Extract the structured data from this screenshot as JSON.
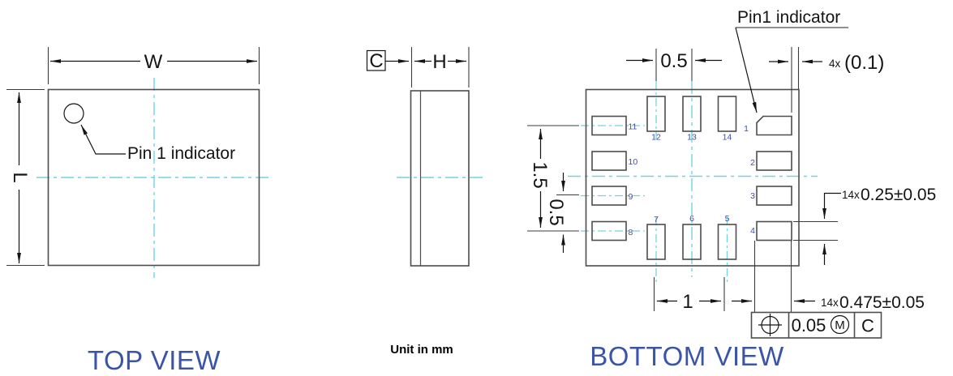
{
  "drawing": {
    "unit_note": "Unit in mm",
    "colors": {
      "line_gray": "#4d4d4d",
      "dimension_black": "#141414",
      "centerline_cyan": "#72d2e4",
      "title_blue": "#3a55a8",
      "pin_number_blue": "#3f51a3"
    }
  },
  "top_view": {
    "title": "TOP VIEW",
    "dim_w": "W",
    "dim_l": "L",
    "pin1_label": "Pin 1 indicator"
  },
  "side_view": {
    "datum": "C",
    "dim_h": "H"
  },
  "bottom_view": {
    "title": "BOTTOM VIEW",
    "pin1_label": "Pin1 indicator",
    "top_pitch": "0.5",
    "edge_gap_count": "4x",
    "edge_gap_value": "(0.1)",
    "span": "1.5",
    "row_pitch": "0.5",
    "bottom_pitch": "1",
    "pad_width_count": "14x",
    "pad_width_value": "0.25±0.05",
    "pad_length_count": "14x",
    "pad_length_value": "0.475±0.05",
    "fcf": {
      "tolerance": "0.05",
      "modifier": "M",
      "datum": "C"
    },
    "pins": [
      "1",
      "2",
      "3",
      "4",
      "5",
      "6",
      "7",
      "8",
      "9",
      "10",
      "11",
      "12",
      "13",
      "14"
    ]
  }
}
